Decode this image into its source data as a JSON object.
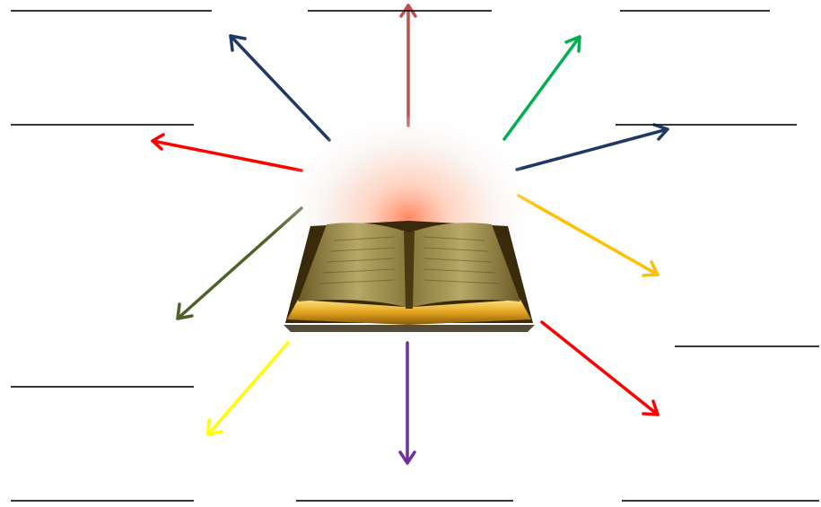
{
  "diagram": {
    "background": "#ffffff",
    "line_color": "#1a1a1a",
    "blank_lines": [
      {
        "id": "top-left"
      },
      {
        "id": "top-center"
      },
      {
        "id": "top-right"
      },
      {
        "id": "upper-left"
      },
      {
        "id": "upper-right"
      },
      {
        "id": "right-middle"
      },
      {
        "id": "lower-left"
      },
      {
        "id": "bottom-left"
      },
      {
        "id": "bottom-center"
      },
      {
        "id": "bottom-right"
      }
    ],
    "arrows": [
      {
        "id": "up",
        "color": "#c0504d"
      },
      {
        "id": "up-left",
        "color": "#1f3864"
      },
      {
        "id": "up-right",
        "color": "#00b050"
      },
      {
        "id": "left",
        "color": "#ff0000"
      },
      {
        "id": "right",
        "color": "#1f3864"
      },
      {
        "id": "down-left-olive",
        "color": "#4f6228"
      },
      {
        "id": "down-right-orange",
        "color": "#ffc000"
      },
      {
        "id": "down-left-yellow",
        "color": "#ffff00"
      },
      {
        "id": "down",
        "color": "#7030a0"
      },
      {
        "id": "down-right-red",
        "color": "#ff0000"
      }
    ],
    "center_image": {
      "icon": "open-book-icon",
      "glow_color": "#ff7a50"
    }
  }
}
